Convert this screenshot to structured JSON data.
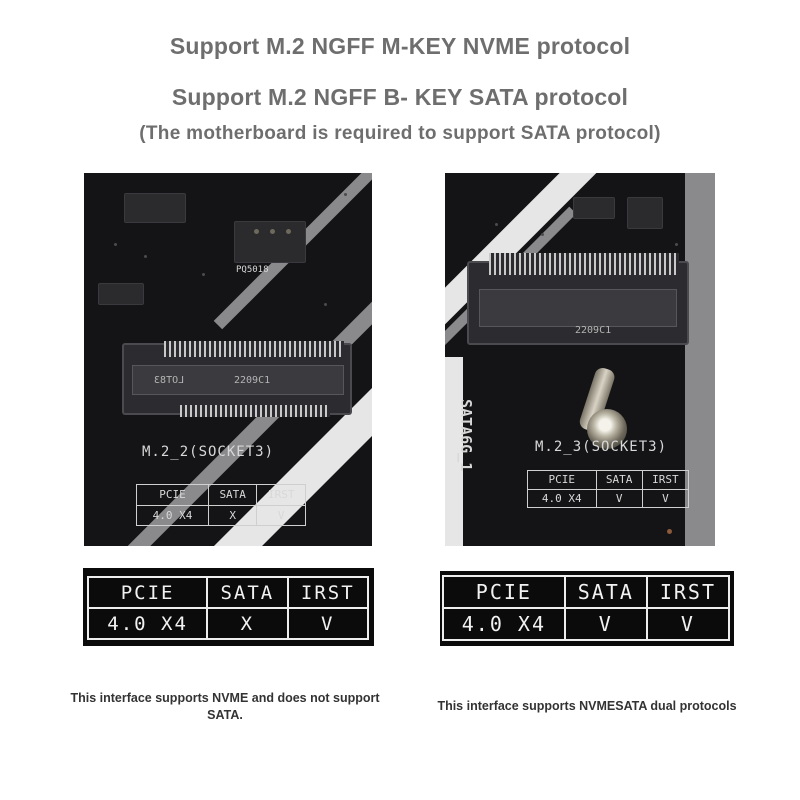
{
  "header": {
    "line1": "Support M.2 NGFF M-KEY NVME protocol",
    "line2": "Support M.2 NGFF B- KEY SATA protocol",
    "line3": "(The motherboard is required to support SATA protocol)"
  },
  "left_panel": {
    "chip_label": "PQ5018",
    "slot_marking": "2209C1",
    "slot_marking_mirrored": "LOT83",
    "socket_label": "M.2_2(SOCKET3)",
    "table": {
      "headers": [
        "PCIE",
        "SATA",
        "IRST"
      ],
      "values": [
        "4.0 X4",
        "X",
        "V"
      ]
    },
    "caption": "This interface supports NVME and does not support SATA."
  },
  "right_panel": {
    "slot_marking": "2209C1",
    "port_label": "SATA6G_1",
    "socket_label": "M.2_3(SOCKET3)",
    "table": {
      "headers": [
        "PCIE",
        "SATA",
        "IRST"
      ],
      "values": [
        "4.0 X4",
        "V",
        "V"
      ]
    },
    "caption": "This interface supports NVMESATA dual protocols"
  },
  "colors": {
    "headline": "#6e6e6e",
    "board": "#141416",
    "silkscreen": "#d8d8d8"
  }
}
